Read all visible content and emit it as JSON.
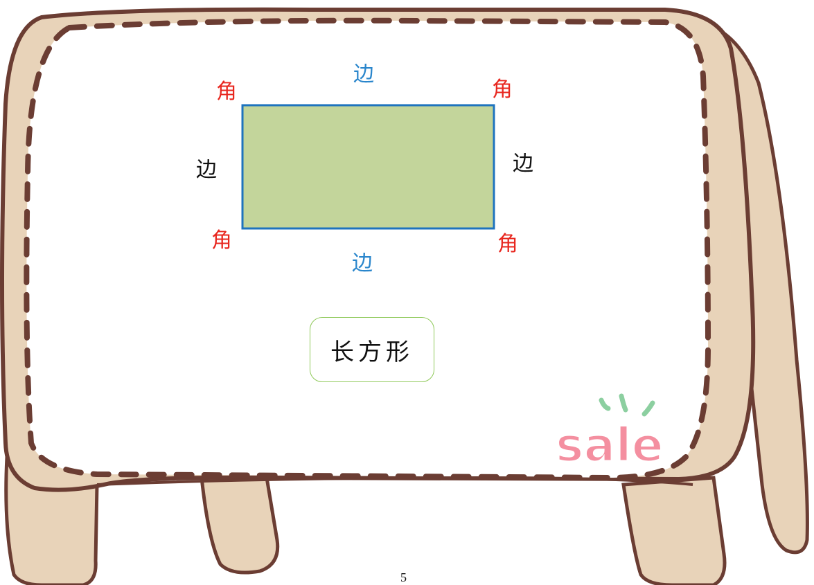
{
  "labels": {
    "corner": "角",
    "edge": "边"
  },
  "shape_name": "长方形",
  "sticker_text": "sale",
  "page_number": "5",
  "colors": {
    "rectangle_fill": "#c3d59b",
    "rectangle_border": "#1e73be",
    "corner_label": "#e8271f",
    "edge_label_blue": "#2a86cc",
    "edge_label_black": "#111111",
    "board_fill": "#e8d3b9",
    "board_outline": "#6b3d33",
    "name_box_border": "#8fc95a",
    "sticker_pink": "#f48fa0",
    "sticker_green": "#8ccfa0"
  },
  "icons": {
    "board": "wooden-signboard-icon",
    "sticker": "sale-sticker-icon"
  }
}
